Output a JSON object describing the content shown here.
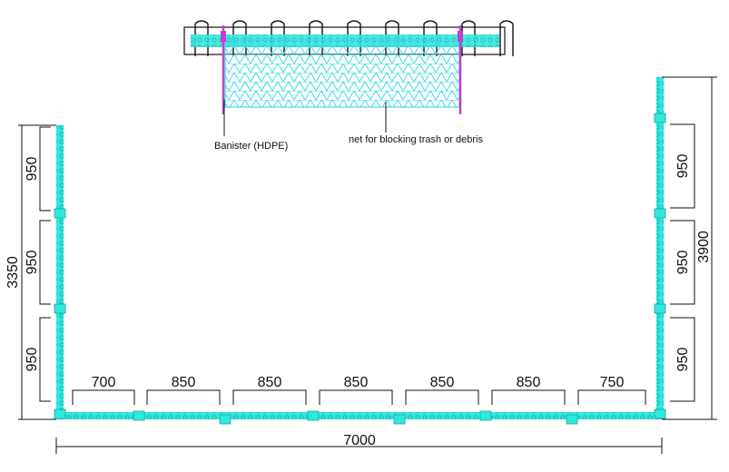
{
  "labels": {
    "banister": "Banister (HDPE)",
    "net": "net for blocking trash or debris"
  },
  "dimensions": {
    "total_width": "7000",
    "left_height": "3350",
    "right_height": "3900",
    "bottom_segments": [
      "700",
      "850",
      "850",
      "850",
      "850",
      "850",
      "750"
    ],
    "left_segments": [
      "950",
      "950",
      "950"
    ],
    "right_segments": [
      "950",
      "950",
      "950"
    ]
  },
  "colors": {
    "float": "#2fe8e0",
    "net": "#40d8e8",
    "banister": "#c040d0",
    "float_dot": "#3040e0",
    "line": "#111111"
  }
}
